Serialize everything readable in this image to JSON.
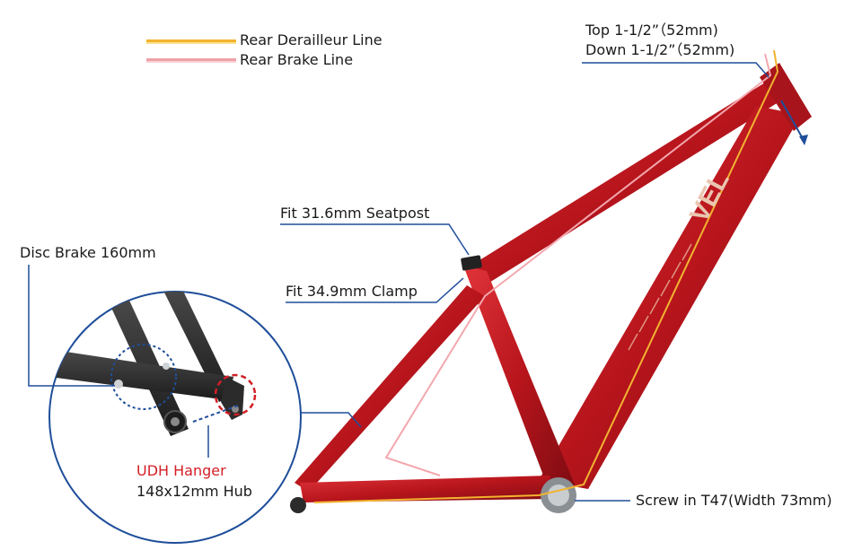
{
  "legend": {
    "derailleur_label": "Rear Derailleur Line",
    "derailleur_color": "#f2b330",
    "brake_label": "Rear Brake Line",
    "brake_color": "#f0a0a8"
  },
  "callouts": {
    "headtube_top": "Top 1-1/2”（52mm)",
    "headtube_down": "Down 1-1/2”（52mm)",
    "seatpost": "Fit 31.6mm Seatpost",
    "clamp": "Fit 34.9mm Clamp",
    "disc_brake": "Disc Brake 160mm",
    "udh_hanger": "UDH Hanger",
    "hub": "148x12mm Hub",
    "bottom_bracket": "Screw in T47(Width 73mm)"
  },
  "colors": {
    "frame": "#c21d24",
    "frame_dark": "#8e1117",
    "leader": "#1f4e9a",
    "highlight": "#d21f26",
    "stay_black": "#2b2b2b"
  }
}
